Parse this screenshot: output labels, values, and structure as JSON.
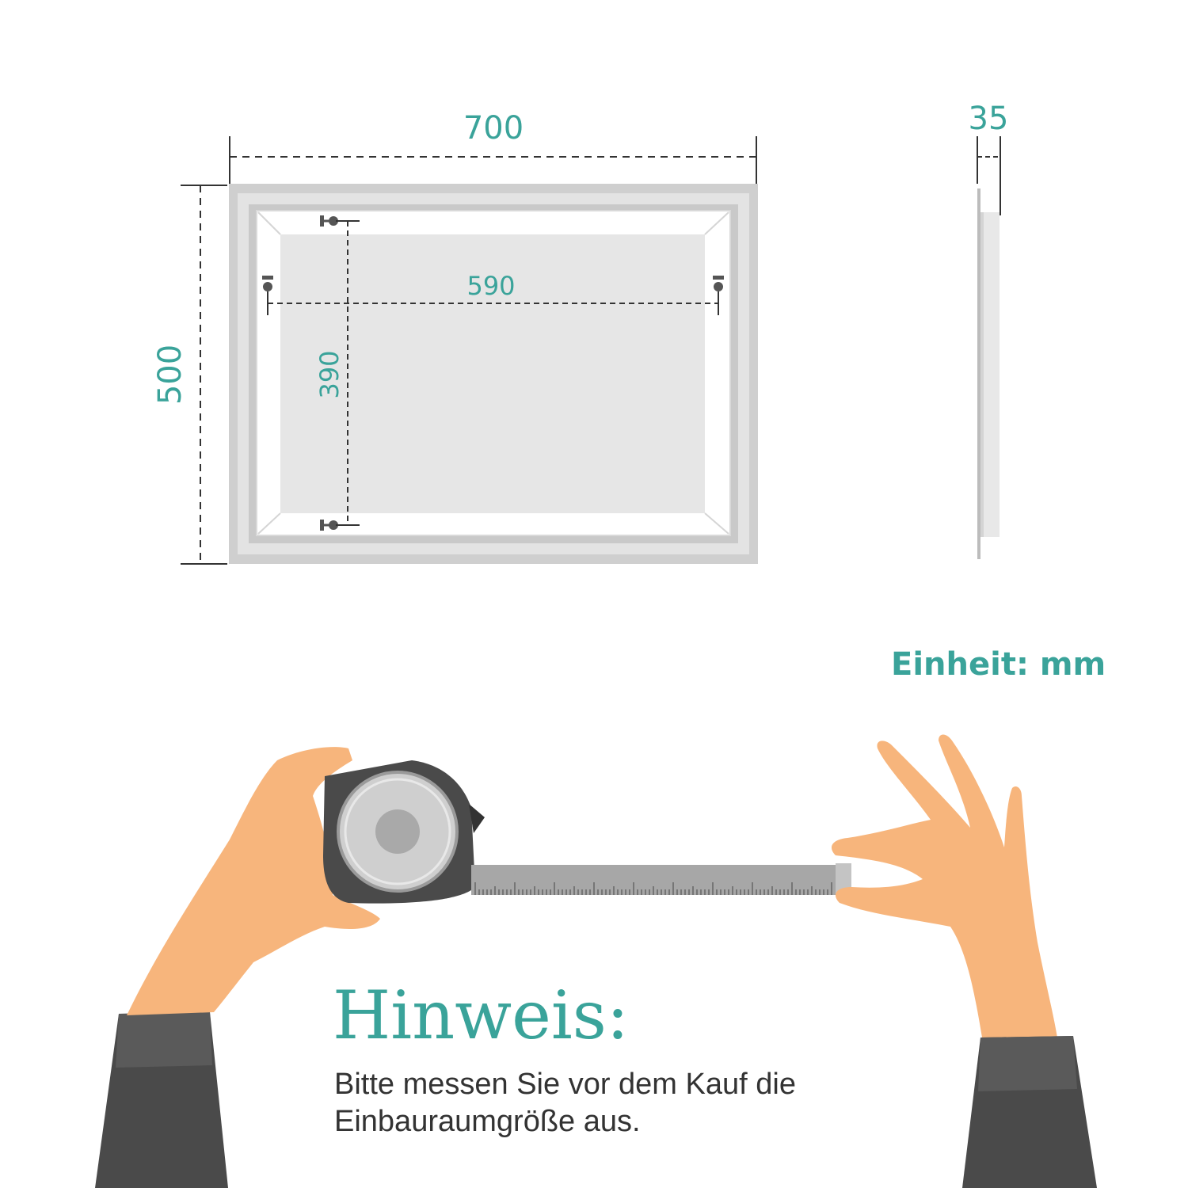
{
  "dimensions": {
    "width": "700",
    "height": "500",
    "depth": "35",
    "hole_spacing_horizontal": "590",
    "hole_spacing_vertical": "390"
  },
  "unit_label": "Einheit: mm",
  "hint": {
    "title": "Hinweis:",
    "text": "Bitte messen Sie vor dem Kauf die Einbauraumgröße aus."
  },
  "colors": {
    "accent": "#3aa39a",
    "frame": "#cfcfcf",
    "glass": "#e6e6e6",
    "skin": "#f7b57c",
    "sleeve": "#4a4a4a",
    "text": "#333333"
  }
}
